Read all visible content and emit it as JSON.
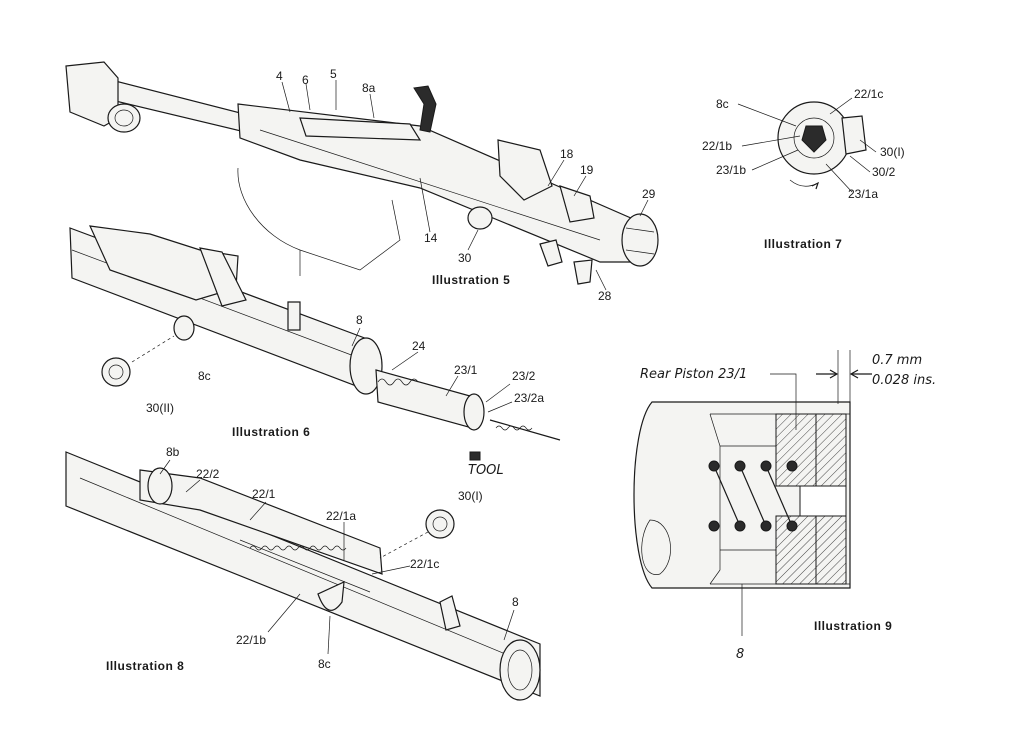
{
  "illustrations": {
    "ill5": {
      "caption": "Illustration 5",
      "labels": [
        "4",
        "6",
        "5",
        "8a",
        "18",
        "19",
        "29",
        "14",
        "30",
        "28"
      ]
    },
    "ill6": {
      "caption": "Illustration 6",
      "labels": [
        "8",
        "24",
        "23/1",
        "23/2",
        "23/2a",
        "8c",
        "30(II)"
      ],
      "tool_note": "TOOL"
    },
    "ill7": {
      "caption": "Illustration 7",
      "labels": [
        "8c",
        "22/1c",
        "22/1b",
        "30(I)",
        "23/1b",
        "30/2",
        "23/1a"
      ]
    },
    "ill8": {
      "caption": "Illustration 8",
      "labels": [
        "8b",
        "22/2",
        "22/1",
        "22/1a",
        "30(I)",
        "22/1c",
        "8",
        "22/1b",
        "8c"
      ]
    },
    "ill9": {
      "caption": "Illustration 9",
      "piston_label": "Rear Piston 23/1",
      "gap_mm": "0.7 mm",
      "gap_ins": "0.028 ins.",
      "bottom_label": "8"
    }
  },
  "colors": {
    "ink": "#1a1a1a",
    "paper": "#ffffff"
  }
}
